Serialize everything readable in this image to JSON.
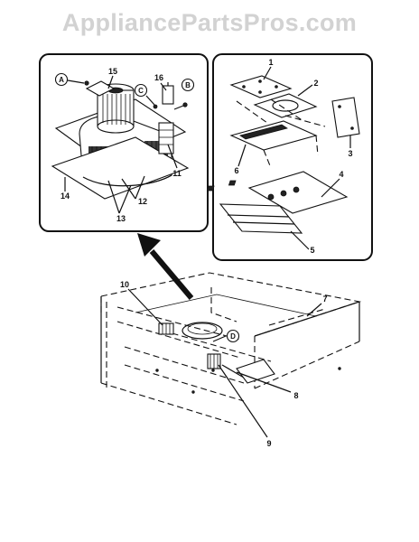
{
  "watermark": "AppliancePartsPros.com",
  "callouts": {
    "n1": "1",
    "n2": "2",
    "n3": "3",
    "n4": "4",
    "n5": "5",
    "n6": "6",
    "n7": "7",
    "n8": "8",
    "n9": "9",
    "n10": "10",
    "n11": "11",
    "n12": "12",
    "n13": "13",
    "n14": "14",
    "n15": "15",
    "n16": "16"
  },
  "circled_refs": {
    "a": "A",
    "b": "B",
    "c": "C",
    "d": "D"
  }
}
